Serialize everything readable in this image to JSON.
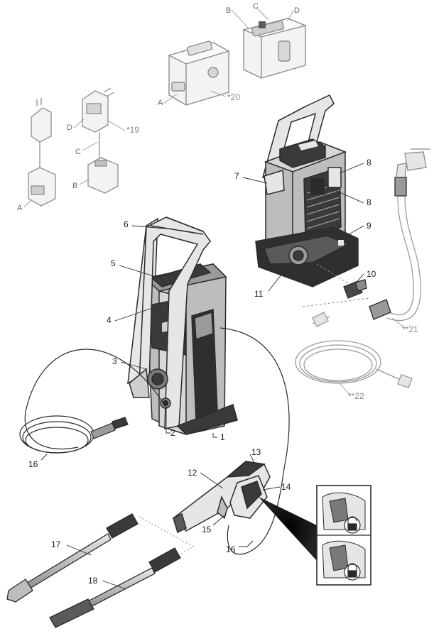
{
  "diagram": {
    "part_labels": {
      "p1": "1",
      "p2": "2",
      "p3": "3",
      "p4": "4",
      "p5": "5",
      "p6": "6",
      "p7": "7",
      "p8a": "8",
      "p8b": "8",
      "p9": "9",
      "p10": "10",
      "p11": "11",
      "p12": "12",
      "p13": "13",
      "p14": "14",
      "p15": "15",
      "p16a": "16",
      "p16b": "16",
      "p17": "17",
      "p18": "18",
      "p19": "*19",
      "p20": "*20",
      "p21": "**21",
      "p22": "**22"
    },
    "letter_labels": {
      "a1": "A",
      "a2": "A",
      "b1": "B",
      "b2": "B",
      "c1": "C",
      "c2": "C",
      "d1": "D",
      "d2": "D"
    }
  },
  "colors": {
    "line": "#2b2b2b",
    "accessory_line": "#9a9a9a",
    "body_dark": "#3a3a3a",
    "body_mid": "#bdbdbd",
    "body_light": "#e6e6e6",
    "accessory_fill": "#f2f2f2",
    "lock_fill": "#7a7a7a"
  },
  "icons": {
    "unlock": "padlock-open-icon",
    "lock": "padlock-closed-icon"
  }
}
